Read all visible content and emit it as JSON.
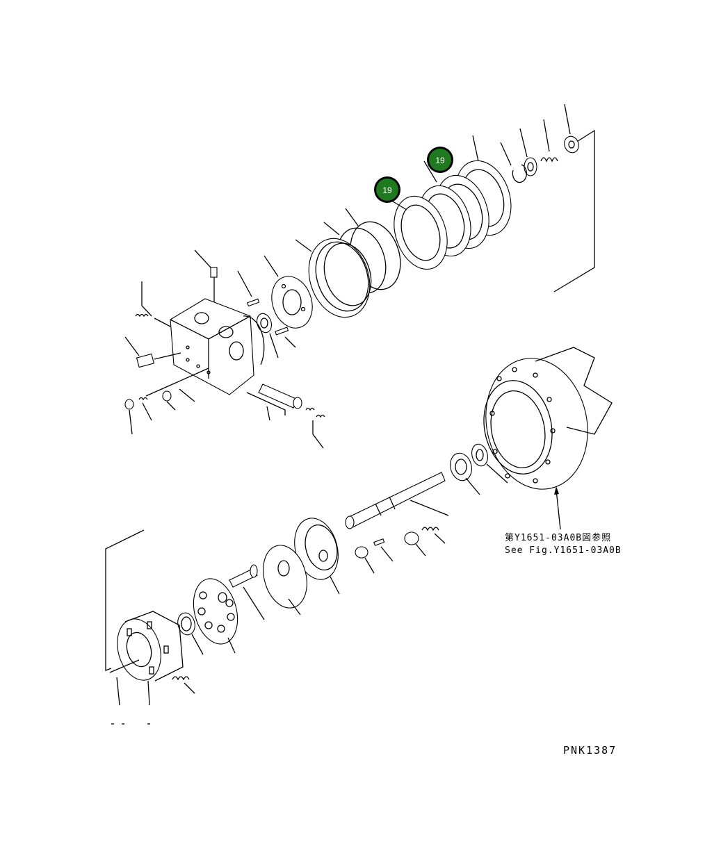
{
  "callouts": [
    {
      "label": "19",
      "fill": "#1f7a1f"
    },
    {
      "label": "19",
      "fill": "#1f7a1f"
    }
  ],
  "reference": {
    "japanese": "第Y1651-03A0B図参照",
    "english": "See Fig.Y1651-03A0B"
  },
  "drawing_code": "PNK1387"
}
